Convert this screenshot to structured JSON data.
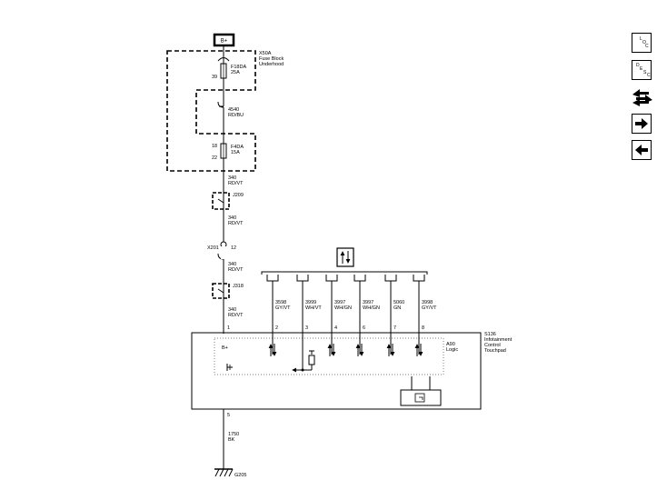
{
  "power": {
    "label": "B+"
  },
  "fuse_block": {
    "id": "X50A",
    "name_line1": "Fuse Block",
    "name_line2": "Underhood"
  },
  "fuse1": {
    "name": "F18DA",
    "rating": "25A",
    "pin_top": "39"
  },
  "wire_4540": {
    "number": "4540",
    "color": "RD/BU"
  },
  "fuse2": {
    "pin_top": "18",
    "name": "F4DA",
    "rating": "15A",
    "pin_bottom": "22"
  },
  "wire_340_a": {
    "number": "340",
    "color": "RD/VT"
  },
  "splice_j209": {
    "label": "J209"
  },
  "wire_340_b": {
    "number": "340",
    "color": "RD/VT"
  },
  "connector_x201": {
    "id": "X201",
    "pin": "12"
  },
  "wire_340_c": {
    "number": "340",
    "color": "RD/VT"
  },
  "splice_j318": {
    "label": "J318"
  },
  "wire_340_d": {
    "number": "340",
    "color": "RD/VT"
  },
  "module_wires": [
    {
      "number": "3598",
      "color": "GY/VT",
      "pin": "2"
    },
    {
      "number": "3999",
      "color": "WH/VT",
      "pin": "3"
    },
    {
      "number": "3997",
      "color": "WH/GN",
      "pin": "4"
    },
    {
      "number": "3997",
      "color": "WH/GN",
      "pin": "6"
    },
    {
      "number": "5060",
      "color": "GN",
      "pin": "7"
    },
    {
      "number": "3998",
      "color": "GY/VT",
      "pin": "8"
    }
  ],
  "module": {
    "id": "S136",
    "name_line1": "Infotainment",
    "name_line2": "Control",
    "name_line3": "Touchpad",
    "logic_id": "A90",
    "logic_label": "Logic",
    "bplus_label": "B+",
    "pin_power": "1",
    "pin_ground": "5"
  },
  "ground_wire": {
    "number": "1750",
    "color": "BK"
  },
  "ground": {
    "label": "G205"
  },
  "nav_buttons": {
    "locate": {
      "l": "L",
      "o": "O",
      "c": "C"
    },
    "describe": {
      "d": "D",
      "e": "E",
      "s": "S",
      "c": "C"
    }
  }
}
